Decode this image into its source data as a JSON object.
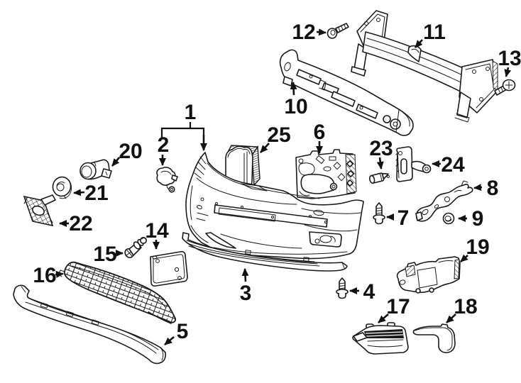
{
  "canvas": {
    "background": "#ffffff",
    "line_color": "#1a1a1a",
    "label_color": "#111111"
  },
  "callouts": [
    {
      "num": "1"
    },
    {
      "num": "2"
    },
    {
      "num": "3"
    },
    {
      "num": "4"
    },
    {
      "num": "5"
    },
    {
      "num": "6"
    },
    {
      "num": "7"
    },
    {
      "num": "8"
    },
    {
      "num": "9"
    },
    {
      "num": "10"
    },
    {
      "num": "11"
    },
    {
      "num": "12"
    },
    {
      "num": "13"
    },
    {
      "num": "14"
    },
    {
      "num": "15"
    },
    {
      "num": "16"
    },
    {
      "num": "17"
    },
    {
      "num": "18"
    },
    {
      "num": "19"
    },
    {
      "num": "20"
    },
    {
      "num": "21"
    },
    {
      "num": "22"
    },
    {
      "num": "23"
    },
    {
      "num": "24"
    },
    {
      "num": "25"
    }
  ]
}
